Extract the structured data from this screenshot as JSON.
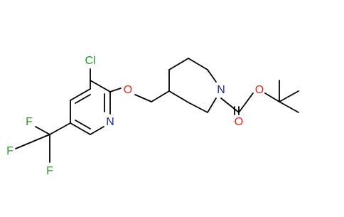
{
  "structure": {
    "atoms": {
      "cl": "Cl",
      "n_pyridine": "N",
      "o_ether": "O",
      "n_piperidine": "N",
      "o_ester": "O",
      "o_carbonyl": "O",
      "f_top": "F",
      "f_left": "F",
      "f_bottom": "F"
    },
    "colors": {
      "bond": "#000000",
      "chlorine": "#1f9e1f",
      "nitrogen": "#1d2a9e",
      "oxygen": "#e4261c",
      "fluorine": "#2d9a2d"
    }
  }
}
